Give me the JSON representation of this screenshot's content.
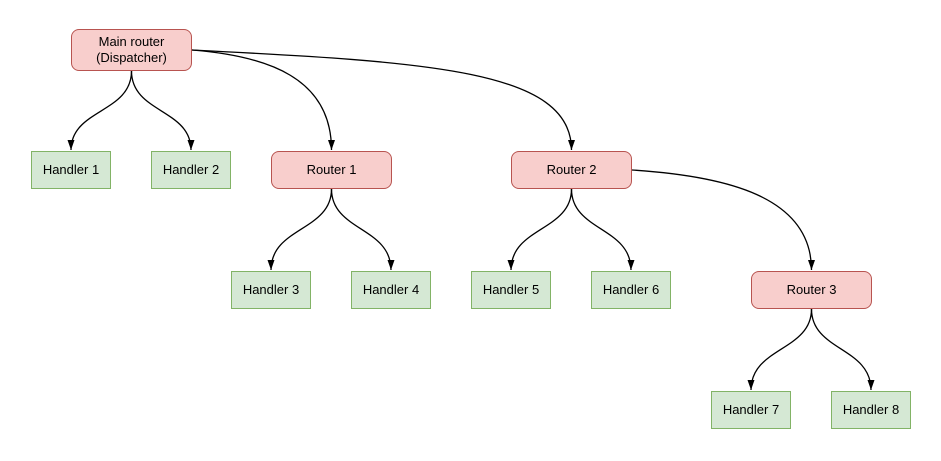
{
  "colors": {
    "router_fill": "#f8cecc",
    "router_stroke": "#b85450",
    "handler_fill": "#d5e8d4",
    "handler_stroke": "#82b366",
    "edge": "#000000",
    "background": "#ffffff"
  },
  "diagram": {
    "type": "tree",
    "nodes": [
      {
        "id": "main-router",
        "type": "router",
        "label": "Main router\n(Dispatcher)"
      },
      {
        "id": "handler-1",
        "type": "handler",
        "label": "Handler 1"
      },
      {
        "id": "handler-2",
        "type": "handler",
        "label": "Handler 2"
      },
      {
        "id": "router-1",
        "type": "router",
        "label": "Router 1"
      },
      {
        "id": "router-2",
        "type": "router",
        "label": "Router 2"
      },
      {
        "id": "handler-3",
        "type": "handler",
        "label": "Handler 3"
      },
      {
        "id": "handler-4",
        "type": "handler",
        "label": "Handler 4"
      },
      {
        "id": "handler-5",
        "type": "handler",
        "label": "Handler 5"
      },
      {
        "id": "handler-6",
        "type": "handler",
        "label": "Handler 6"
      },
      {
        "id": "router-3",
        "type": "router",
        "label": "Router 3"
      },
      {
        "id": "handler-7",
        "type": "handler",
        "label": "Handler 7"
      },
      {
        "id": "handler-8",
        "type": "handler",
        "label": "Handler 8"
      }
    ],
    "edges": [
      {
        "from": "main-router",
        "to": "handler-1"
      },
      {
        "from": "main-router",
        "to": "handler-2"
      },
      {
        "from": "main-router",
        "to": "router-1"
      },
      {
        "from": "main-router",
        "to": "router-2"
      },
      {
        "from": "router-1",
        "to": "handler-3"
      },
      {
        "from": "router-1",
        "to": "handler-4"
      },
      {
        "from": "router-2",
        "to": "handler-5"
      },
      {
        "from": "router-2",
        "to": "handler-6"
      },
      {
        "from": "router-2",
        "to": "router-3"
      },
      {
        "from": "router-3",
        "to": "handler-7"
      },
      {
        "from": "router-3",
        "to": "handler-8"
      }
    ]
  }
}
